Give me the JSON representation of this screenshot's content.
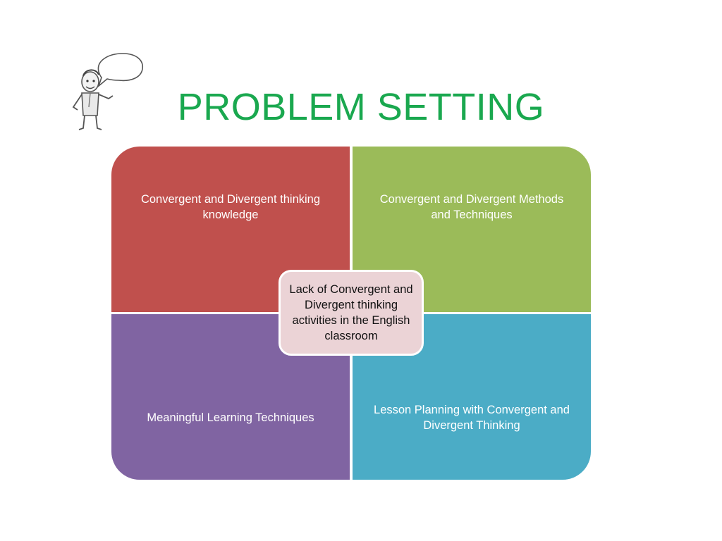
{
  "slide": {
    "title": "PROBLEM SETTING",
    "illustration": "cartoon-man-speech-bubble",
    "title_color": "#1aa84f"
  },
  "matrix": {
    "center": {
      "label": "Lack of Convergent and Divergent thinking activities in the English classroom",
      "color": "#ebd3d6"
    },
    "quadrants": [
      {
        "position": "top-left",
        "label": "Convergent and Divergent thinking knowledge",
        "color": "#c0504d"
      },
      {
        "position": "top-right",
        "label": "Convergent and Divergent Methods and Techniques",
        "color": "#9bbb59"
      },
      {
        "position": "bottom-left",
        "label": "Meaningful Learning Techniques",
        "color": "#8064a2"
      },
      {
        "position": "bottom-right",
        "label": "Lesson Planning with Convergent and Divergent Thinking",
        "color": "#4bacc6"
      }
    ]
  }
}
